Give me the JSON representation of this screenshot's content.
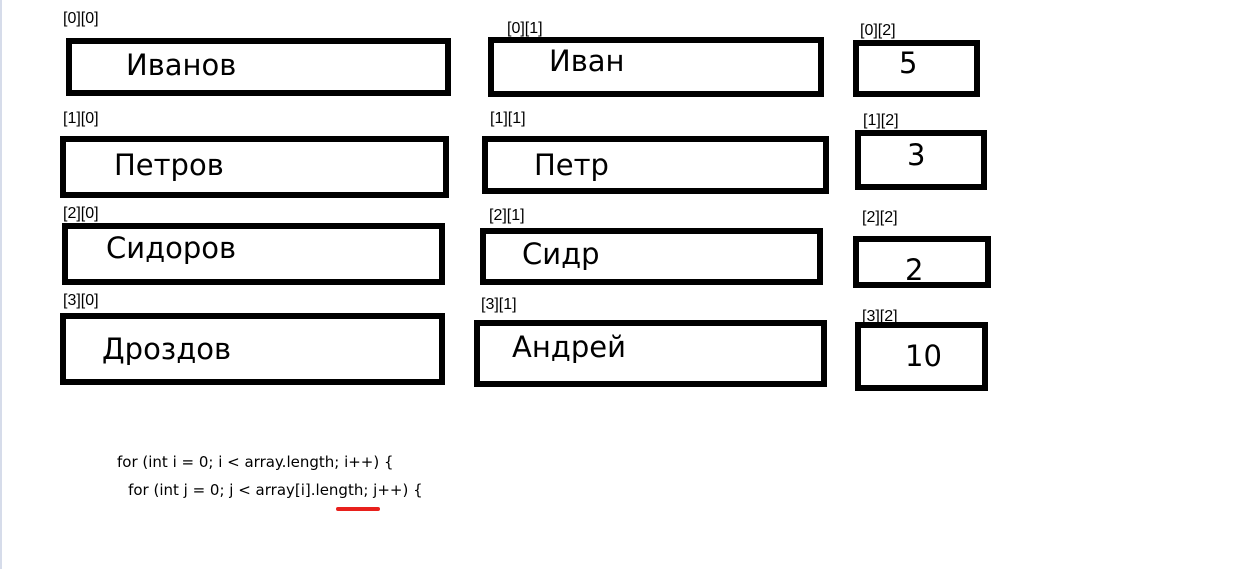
{
  "cells": [
    [
      {
        "index": "[0][0]",
        "value": "Иванов"
      },
      {
        "index": "[0][1]",
        "value": "Иван"
      },
      {
        "index": "[0][2]",
        "value": "5"
      }
    ],
    [
      {
        "index": "[1][0]",
        "value": "Петров"
      },
      {
        "index": "[1][1]",
        "value": "Петр"
      },
      {
        "index": "[1][2]",
        "value": "3"
      }
    ],
    [
      {
        "index": "[2][0]",
        "value": "Сидоров"
      },
      {
        "index": "[2][1]",
        "value": "Сидр"
      },
      {
        "index": "[2][2]",
        "value": "2"
      }
    ],
    [
      {
        "index": "[3][0]",
        "value": "Дроздов"
      },
      {
        "index": "[3][1]",
        "value": "Андрей"
      },
      {
        "index": "[3][2]",
        "value": "10"
      }
    ]
  ],
  "code": {
    "line1": "for (int i = 0; i < array.length; i++) {",
    "line2": "    for (int j = 0; j < array[i].length; j++) {"
  },
  "colors": {
    "border": "#000000",
    "underline": "#e8201c"
  }
}
